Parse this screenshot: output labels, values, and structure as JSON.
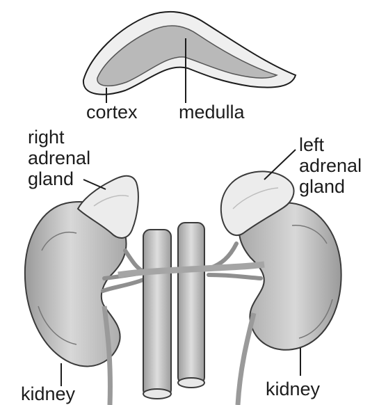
{
  "labels": {
    "cortex": "cortex",
    "medulla": "medulla",
    "right_adrenal": [
      "right",
      "adrenal",
      "gland"
    ],
    "left_adrenal": [
      "left",
      "adrenal",
      "gland"
    ],
    "kidney_right": "kidney",
    "kidney_left": "kidney"
  },
  "colors": {
    "ink": "#1c1c1c",
    "organ_fill": "#cfcfcf",
    "organ_dark": "#8a8a8a",
    "gland_fill": "#ececec",
    "medulla_fill": "#b9b9b9",
    "vessel_fill": "#c4c4c4",
    "background": "#ffffff"
  }
}
